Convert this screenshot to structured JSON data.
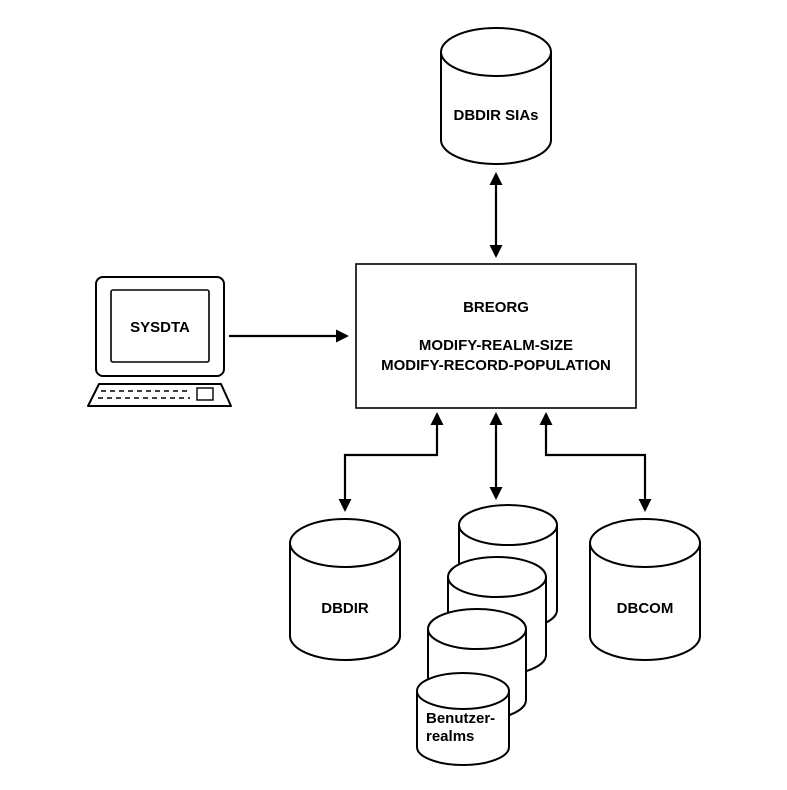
{
  "diagram": {
    "sia_file": {
      "label": "DBDIR SIAs"
    },
    "terminal": {
      "label": "SYSDTA"
    },
    "process_box": {
      "title": "BREORG",
      "statement1": "MODIFY-REALM-SIZE",
      "statement2": "MODIFY-RECORD-POPULATION"
    },
    "dbdir": {
      "label": "DBDIR"
    },
    "dbcom": {
      "label": "DBCOM"
    },
    "user_realms": {
      "label_line1": "Benutzer-",
      "label_line2": "realms"
    }
  },
  "colors": {
    "stroke": "#000000",
    "shape_fill": "#ffffff",
    "background": "#ffffff"
  }
}
